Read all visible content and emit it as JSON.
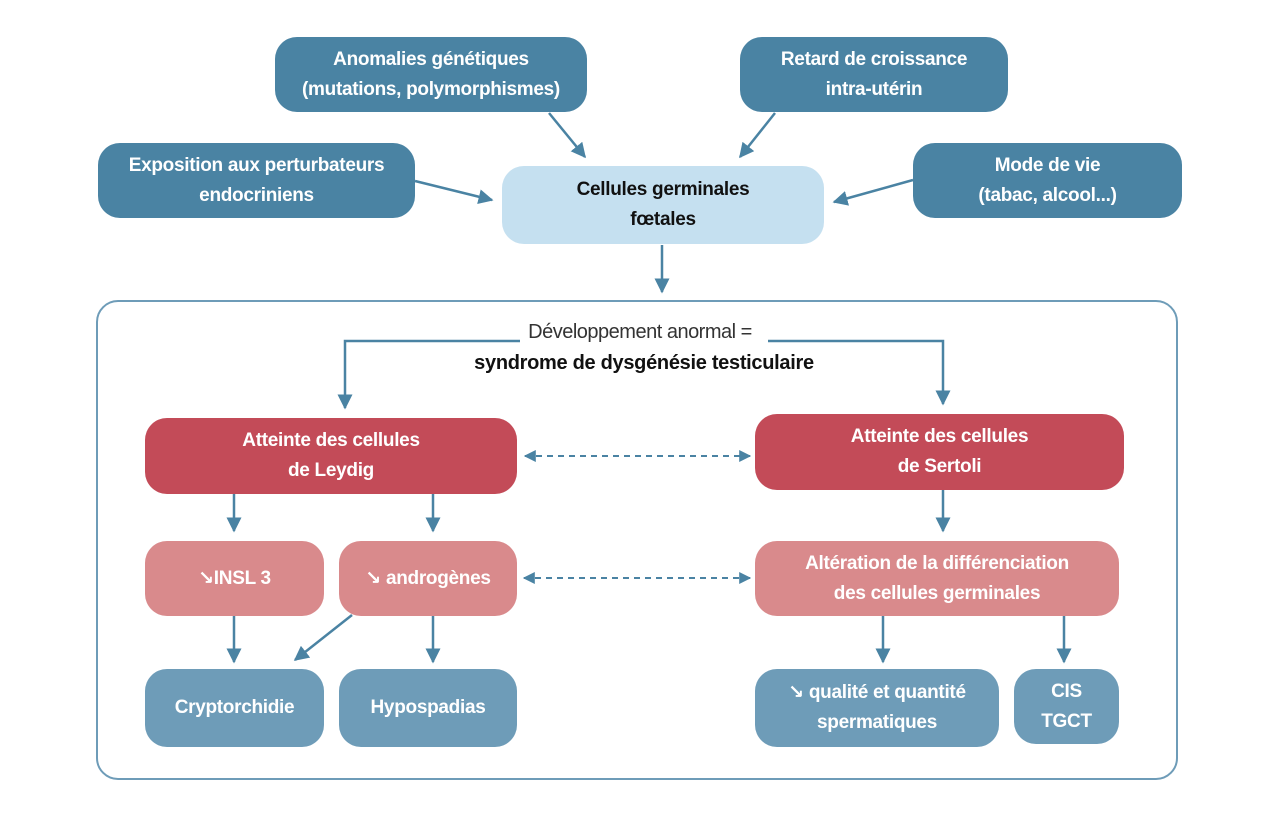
{
  "diagram": {
    "causes": {
      "genetic": [
        "Anomalies génétiques",
        "(mutations, polymorphismes)"
      ],
      "growth": [
        "Retard de croissance",
        "intra-utérin"
      ],
      "endocrine": [
        "Exposition aux perturbateurs",
        "endocriniens"
      ],
      "lifestyle": [
        "Mode de vie",
        "(tabac, alcool...)"
      ]
    },
    "center": [
      "Cellules germinales",
      "fœtales"
    ],
    "development": {
      "line1": "Développement anormal =",
      "line2": "syndrome de dysgénésie testiculaire"
    },
    "leydig": [
      "Atteinte des cellules",
      "de Leydig"
    ],
    "sertoli": [
      "Atteinte des cellules",
      "de Sertoli"
    ],
    "insl3": "↘INSL 3",
    "androgens": "↘ androgènes",
    "germ_alteration": [
      "Altération de la différenciation",
      "des cellules germinales"
    ],
    "cryptorchidism": "Cryptorchidie",
    "hypospadias": "Hypospadias",
    "sperm": [
      "↘ qualité et quantité",
      "spermatiques"
    ],
    "cis_tgct": [
      "CIS",
      "TGCT"
    ],
    "colors": {
      "cause_box": "#4a83a3",
      "center_box": "#c5e0f0",
      "primary_effect": "#c34b58",
      "secondary_effect": "#d98a8c",
      "outcome": "#6e9cb8",
      "arrow": "#4a83a3"
    }
  }
}
